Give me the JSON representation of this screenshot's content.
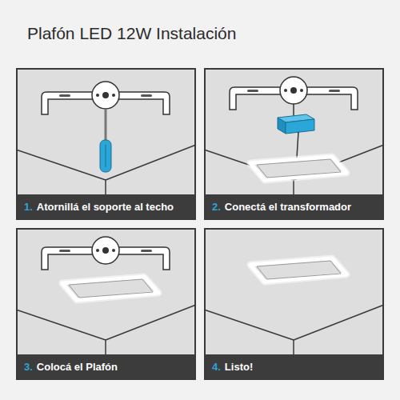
{
  "diagram": {
    "title": "Plafón LED 12W Instalación",
    "nodes": [
      {
        "text": [
          "1.",
          "Atornillá el soporte al techo"
        ]
      },
      {
        "text": [
          "2.",
          "Conectá el transformador"
        ]
      },
      {
        "text": [
          "3.",
          "Colocá el Plafón"
        ]
      },
      {
        "text": [
          "4.",
          "Listo!"
        ]
      }
    ]
  }
}
